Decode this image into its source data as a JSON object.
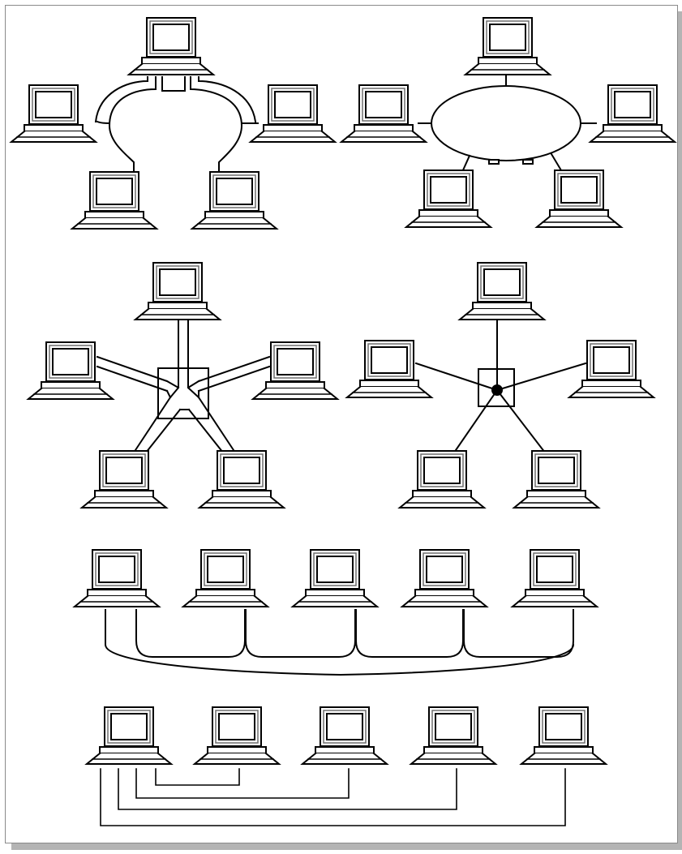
{
  "colors": {
    "line": "#000000",
    "paper": "#ffffff",
    "border": "#8a8a8a",
    "shadow": "#b4b4b4",
    "screen_frame": "#6e6e6e"
  },
  "icons": {
    "node": "computer-workstation-icon",
    "hub": "hub-box-icon"
  },
  "panels": [
    {
      "key": "dual-ring",
      "nodes": 5
    },
    {
      "key": "ring",
      "nodes": 5
    },
    {
      "key": "star-wired-ring",
      "nodes": 5
    },
    {
      "key": "star",
      "nodes": 5
    },
    {
      "key": "daisy-chain-loop",
      "nodes": 5
    },
    {
      "key": "point-to-point-links",
      "nodes": 5
    }
  ]
}
